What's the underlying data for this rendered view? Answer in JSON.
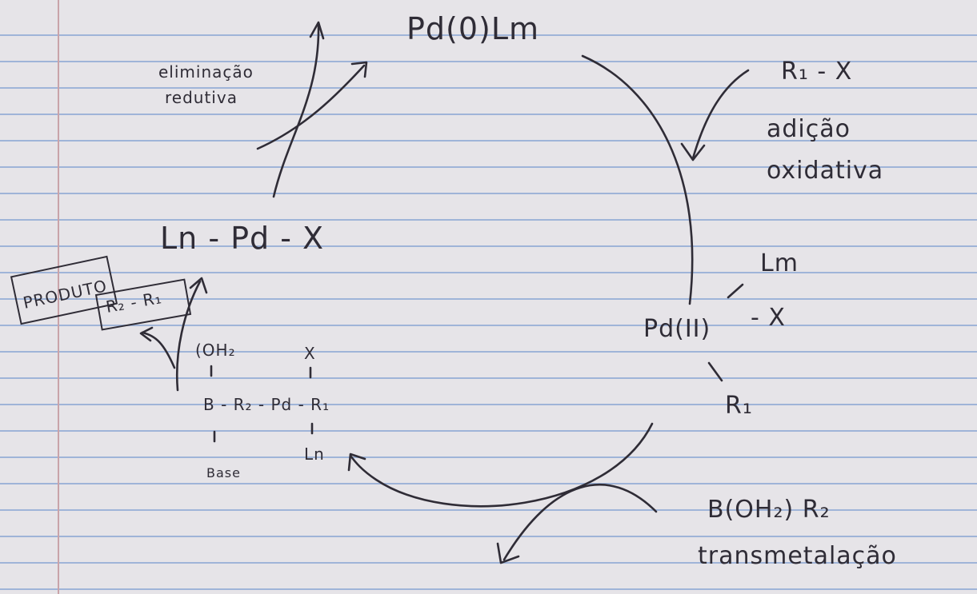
{
  "cycle": {
    "pd0": "Pd(0)Lm",
    "r1x": "R₁ - X",
    "adicao_1": "adição",
    "adicao_2": "oxidativa",
    "pdII_ligand_top": "Lm",
    "pdII_center": "Pd(II)",
    "pdII_x": "- X",
    "pdII_r1": "R₁",
    "boron_reagent": "B(OH₂) R₂",
    "transmetal": "transmetalação",
    "lnpdx": "Ln - Pd - X",
    "elim_1": "eliminação",
    "elim_2": "redutiva",
    "produto": "PRODUTO",
    "r2r1": "R₂ - R₁",
    "complex": {
      "oh2": "(OH₂",
      "x_top": "X",
      "chain": "B - R₂ - Pd - R₁",
      "base": "Base",
      "ln_bottom": "Ln"
    }
  },
  "colors": {
    "ink": "#2f2c36",
    "paper": "#e6e4e8",
    "ruling": "#9fb4d8",
    "margin": "#c9a3a9"
  }
}
